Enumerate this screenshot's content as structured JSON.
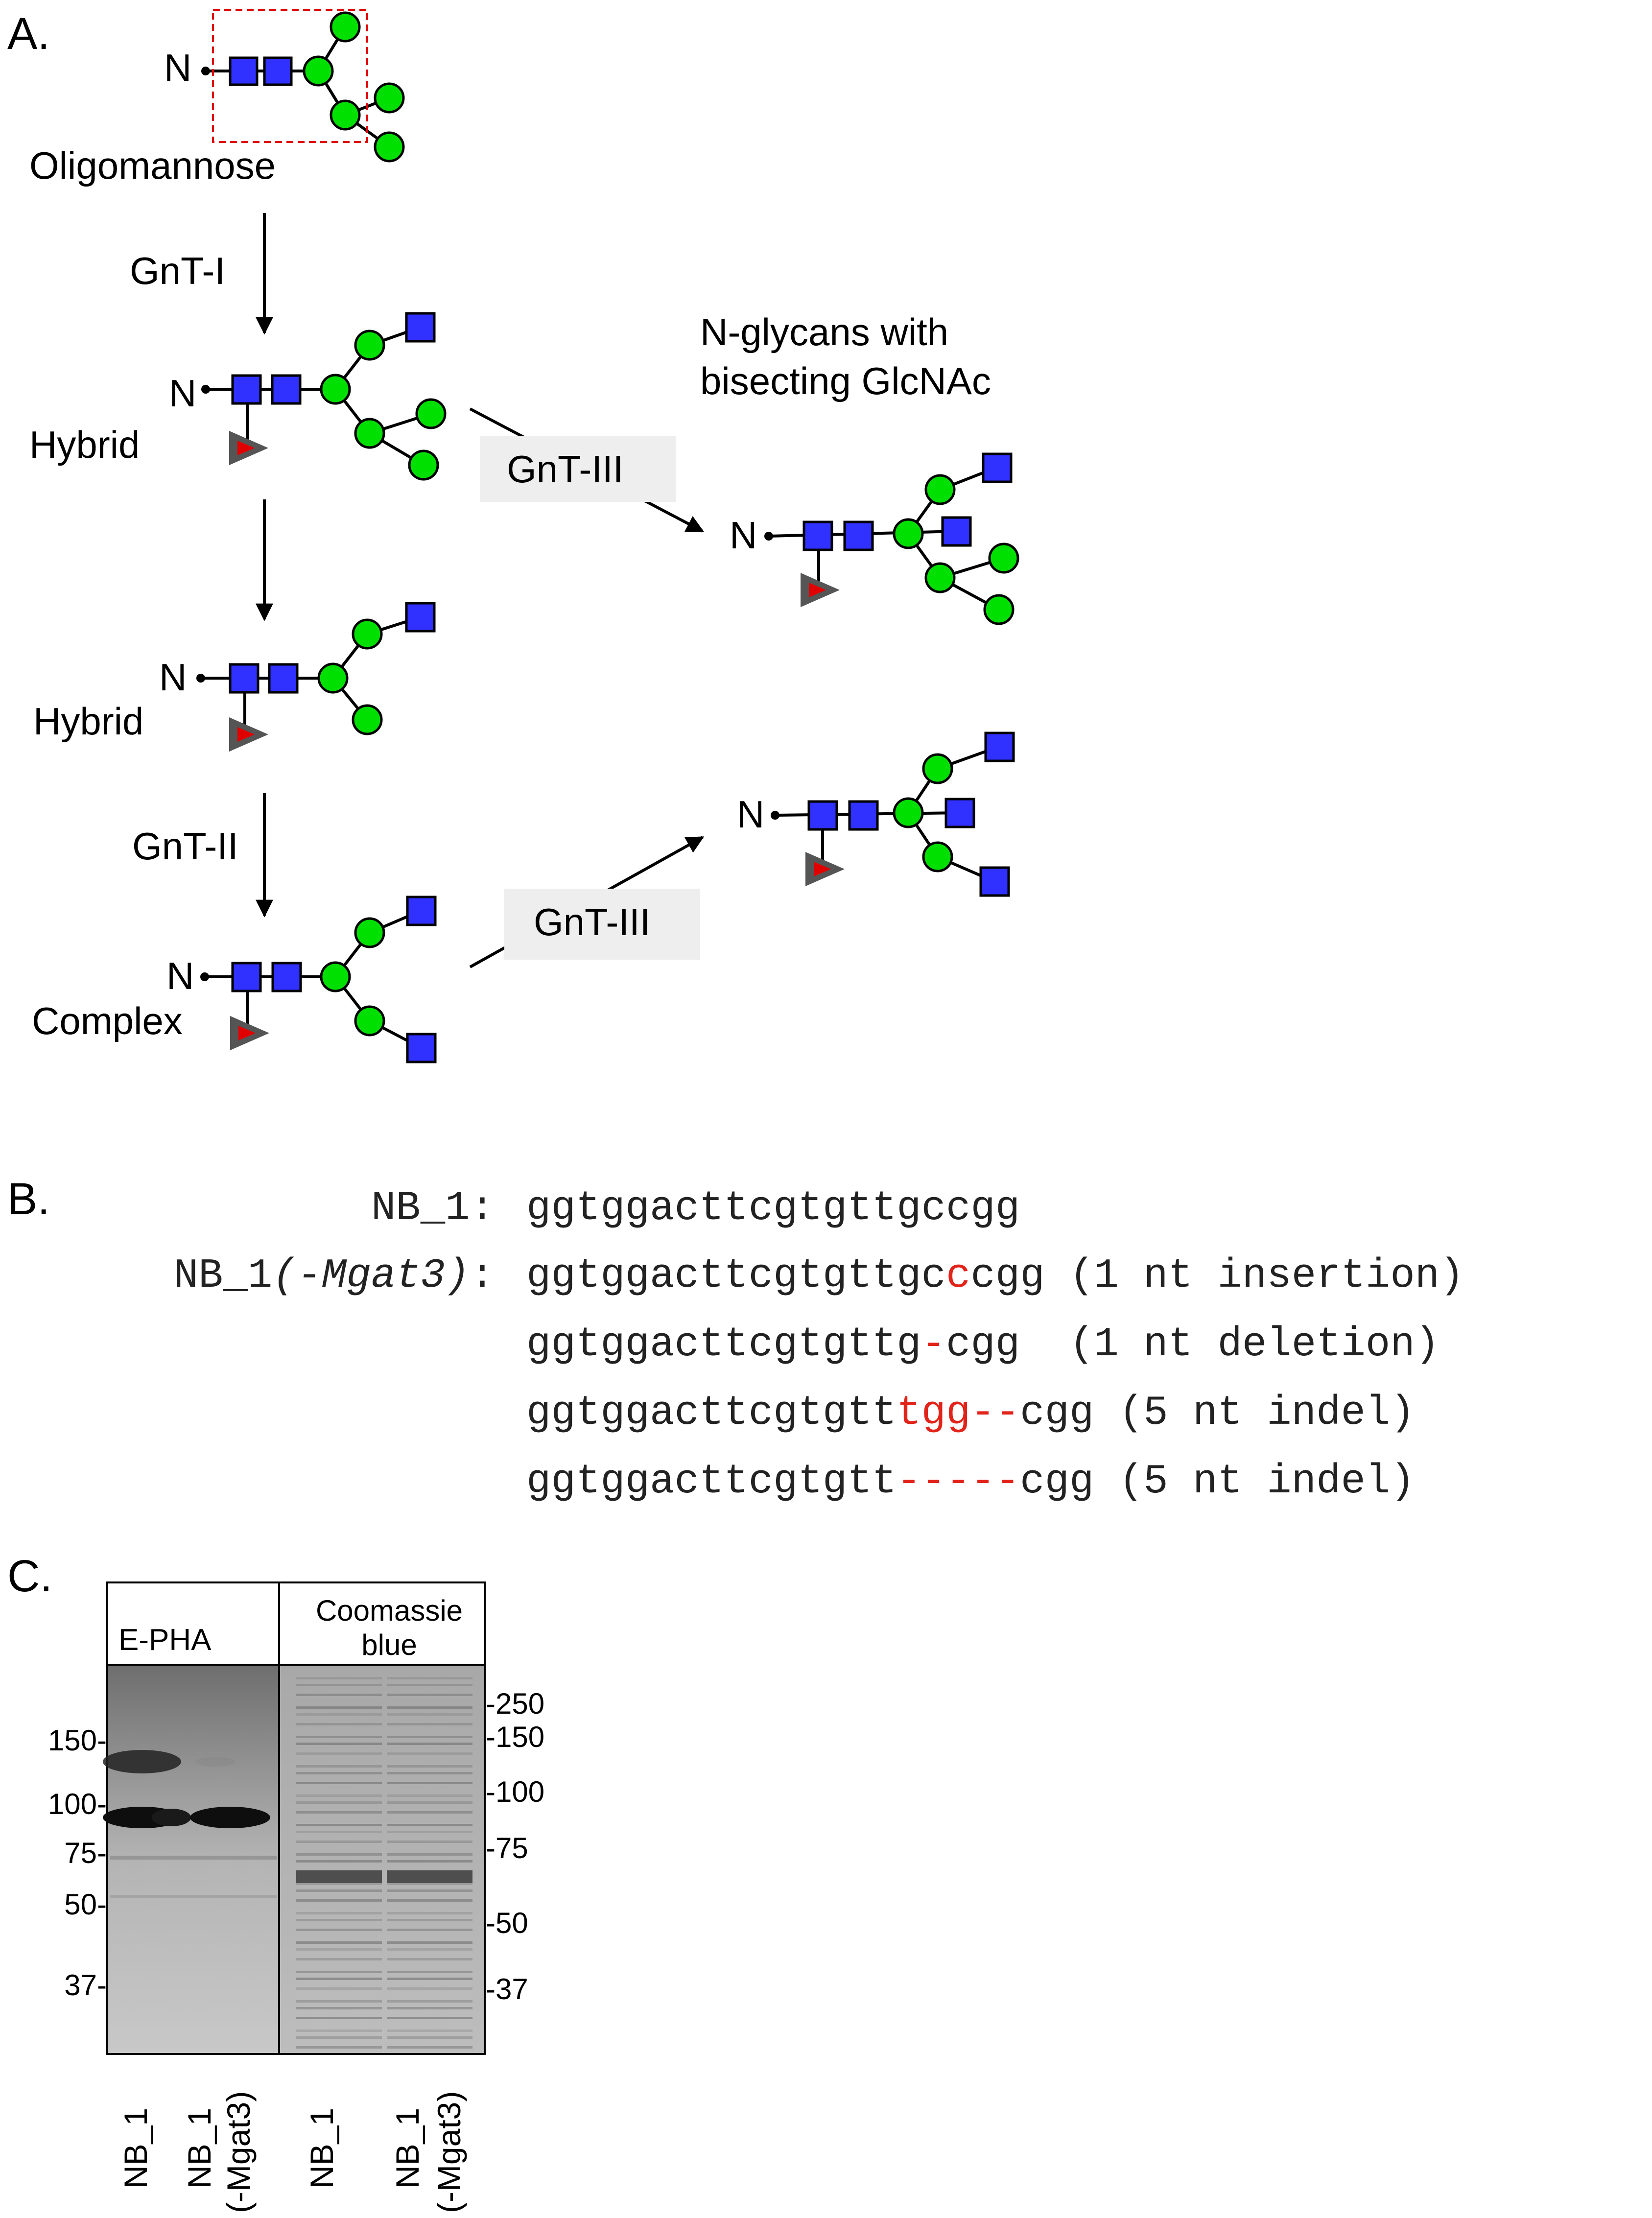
{
  "panels": {
    "a": "A.",
    "b": "B.",
    "c": "C."
  },
  "panel_a": {
    "oligomannose": "Oligomannose",
    "hybrid_1": "Hybrid",
    "hybrid_2": "Hybrid",
    "complex": "Complex",
    "n_label": "N",
    "gnt_i": "GnT-I",
    "gnt_ii": "GnT-II",
    "gnt_iii_top": "GnT-III",
    "gnt_iii_bottom": "GnT-III",
    "bisecting_line1": "N-glycans with",
    "bisecting_line2": "bisecting GlcNAc"
  },
  "panel_b": {
    "row1_label": "NB_1:",
    "row2_label_prefix": "NB_1",
    "row2_label_italic": "(-Mgat3)",
    "row2_label_colon": ":",
    "wt_seq": "ggtggacttcgtgttgccgg",
    "mut1": {
      "pre": "ggtggacttcgtgttgc",
      "red": "c",
      "post": "cgg",
      "note": "(1 nt insertion)"
    },
    "mut2": {
      "pre": "ggtggacttcgtgttg",
      "red": "-",
      "post": "cgg",
      "note": "(1 nt deletion)"
    },
    "mut3": {
      "pre": "ggtggacttcgtgtt",
      "red": "tgg--",
      "post": "cgg",
      "note": "(5 nt indel)"
    },
    "mut4": {
      "pre": "ggtggacttcgtgtt",
      "red": "-----",
      "post": "cgg",
      "note": "(5 nt indel)"
    }
  },
  "panel_c": {
    "blot_title": "E-PHA",
    "stain_title_line1": "Coomassie",
    "stain_title_line2": "blue",
    "left_markers": [
      "150-",
      "100-",
      "75-",
      "50-",
      "37-"
    ],
    "right_markers": [
      "-250",
      "-150",
      "-100",
      "-75",
      "-50",
      "-37"
    ],
    "lane1": "NB_1",
    "lane2_line1": "NB_1",
    "lane2_line2": "(-Mgat3)",
    "lane3": "NB_1",
    "lane4_line1": "NB_1",
    "lane4_line2": "(-Mgat3)"
  },
  "colors": {
    "mannose": "#00e000",
    "glcnac": "#3030ff",
    "fucose": "#555555",
    "highlight": "#e2231a"
  }
}
